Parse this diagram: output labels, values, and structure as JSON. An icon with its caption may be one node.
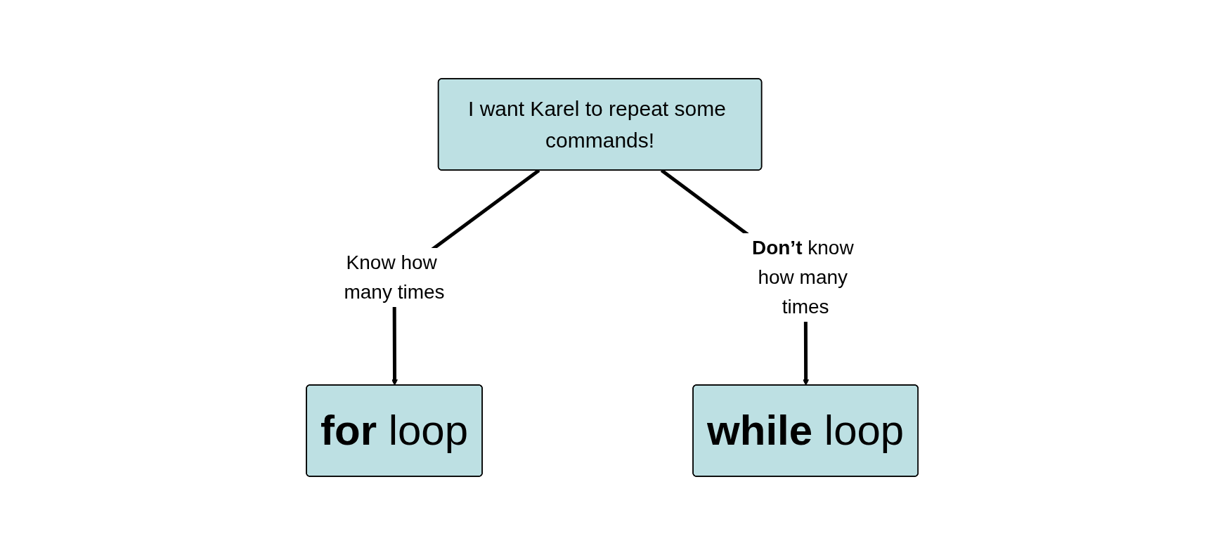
{
  "diagram": {
    "nodes": [
      {
        "text": [
          "I want Karel to repeat some commands!"
        ]
      },
      {
        "text": [
          "**for** loop"
        ]
      },
      {
        "text": [
          "**while** loop"
        ]
      }
    ],
    "edges": [
      {
        "from": 0,
        "to": 1,
        "arrow": "to",
        "label": "Know how many times"
      },
      {
        "from": 0,
        "to": 2,
        "arrow": "to",
        "label": "**Don’t** know how many times"
      }
    ]
  }
}
